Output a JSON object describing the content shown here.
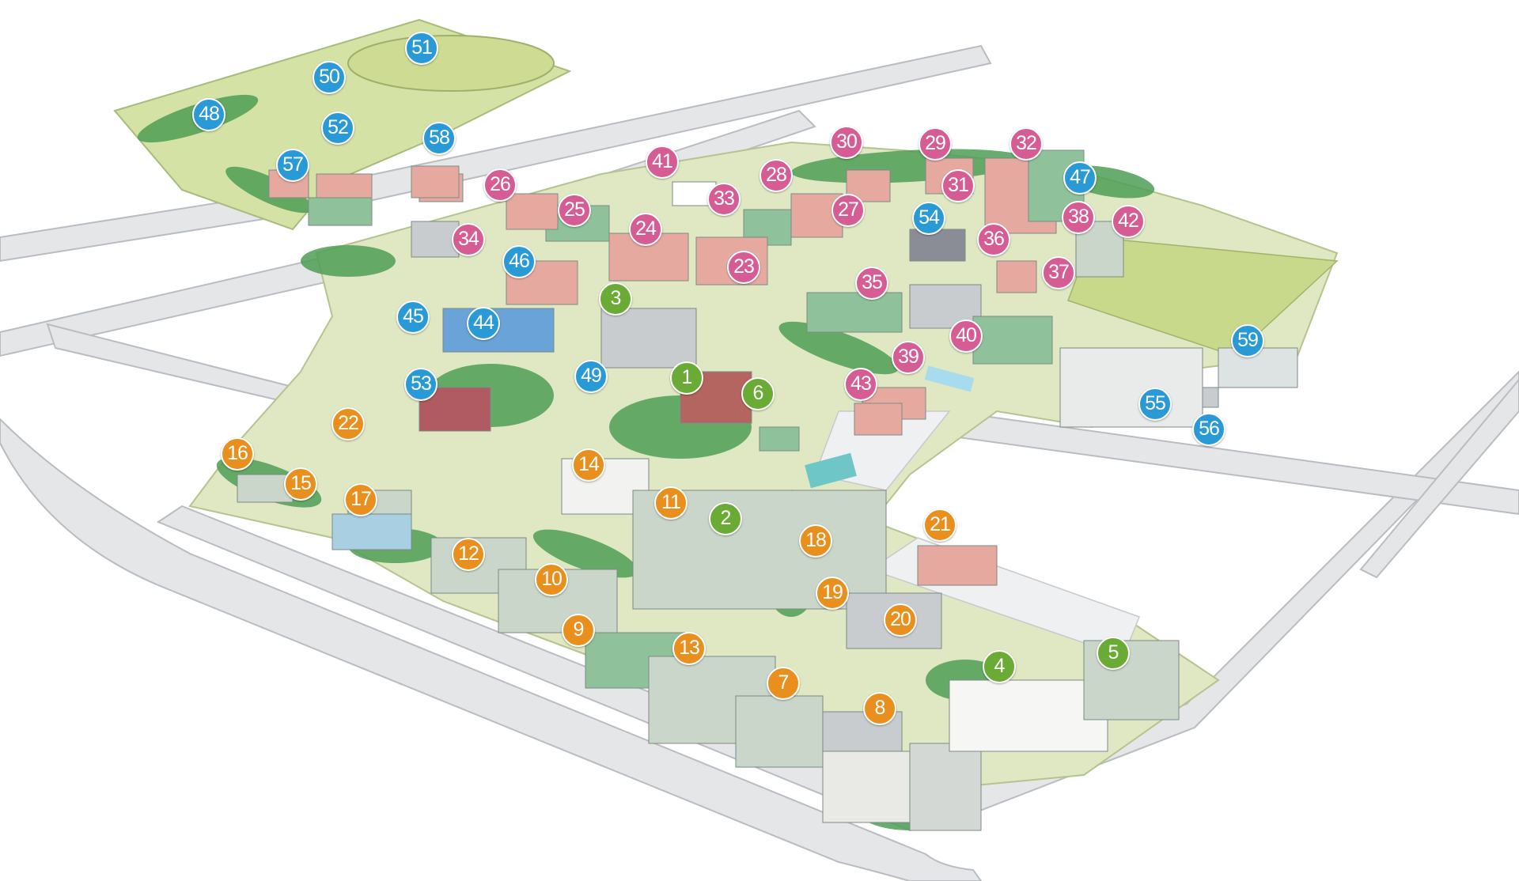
{
  "colors": {
    "green": "#6aab35",
    "orange": "#e98f1d",
    "pink": "#d65c94",
    "blue": "#2a9ad6",
    "road": "#e4e6e8",
    "road_edge": "#b9bdc2",
    "grass": "#d4e2a6",
    "field": "#c8d98c",
    "tree": "#4e9e55",
    "building_green": "#8fc29a",
    "building_pink": "#e6a9a0",
    "building_gray": "#c9cccf"
  },
  "markers": [
    {
      "label": "1",
      "color": "green"
    },
    {
      "label": "2",
      "color": "green"
    },
    {
      "label": "3",
      "color": "green"
    },
    {
      "label": "4",
      "color": "green"
    },
    {
      "label": "5",
      "color": "green"
    },
    {
      "label": "6",
      "color": "green"
    },
    {
      "label": "7",
      "color": "orange"
    },
    {
      "label": "8",
      "color": "orange"
    },
    {
      "label": "9",
      "color": "orange"
    },
    {
      "label": "10",
      "color": "orange"
    },
    {
      "label": "11",
      "color": "orange"
    },
    {
      "label": "12",
      "color": "orange"
    },
    {
      "label": "13",
      "color": "orange"
    },
    {
      "label": "14",
      "color": "orange"
    },
    {
      "label": "15",
      "color": "orange"
    },
    {
      "label": "16",
      "color": "orange"
    },
    {
      "label": "17",
      "color": "orange"
    },
    {
      "label": "18",
      "color": "orange"
    },
    {
      "label": "19",
      "color": "orange"
    },
    {
      "label": "20",
      "color": "orange"
    },
    {
      "label": "21",
      "color": "orange"
    },
    {
      "label": "22",
      "color": "orange"
    },
    {
      "label": "23",
      "color": "pink"
    },
    {
      "label": "24",
      "color": "pink"
    },
    {
      "label": "25",
      "color": "pink"
    },
    {
      "label": "26",
      "color": "pink"
    },
    {
      "label": "27",
      "color": "pink"
    },
    {
      "label": "28",
      "color": "pink"
    },
    {
      "label": "29",
      "color": "pink"
    },
    {
      "label": "30",
      "color": "pink"
    },
    {
      "label": "31",
      "color": "pink"
    },
    {
      "label": "32",
      "color": "pink"
    },
    {
      "label": "33",
      "color": "pink"
    },
    {
      "label": "34",
      "color": "pink"
    },
    {
      "label": "35",
      "color": "pink"
    },
    {
      "label": "36",
      "color": "pink"
    },
    {
      "label": "37",
      "color": "pink"
    },
    {
      "label": "38",
      "color": "pink"
    },
    {
      "label": "39",
      "color": "pink"
    },
    {
      "label": "40",
      "color": "pink"
    },
    {
      "label": "41",
      "color": "pink"
    },
    {
      "label": "42",
      "color": "pink"
    },
    {
      "label": "43",
      "color": "pink"
    },
    {
      "label": "44",
      "color": "blue"
    },
    {
      "label": "45",
      "color": "blue"
    },
    {
      "label": "46",
      "color": "blue"
    },
    {
      "label": "47",
      "color": "blue"
    },
    {
      "label": "48",
      "color": "blue"
    },
    {
      "label": "49",
      "color": "blue"
    },
    {
      "label": "50",
      "color": "blue"
    },
    {
      "label": "51",
      "color": "blue"
    },
    {
      "label": "52",
      "color": "blue"
    },
    {
      "label": "53",
      "color": "blue"
    },
    {
      "label": "54",
      "color": "blue"
    },
    {
      "label": "55",
      "color": "blue"
    },
    {
      "label": "56",
      "color": "blue"
    },
    {
      "label": "57",
      "color": "blue"
    },
    {
      "label": "58",
      "color": "blue"
    },
    {
      "label": "59",
      "color": "blue"
    }
  ]
}
